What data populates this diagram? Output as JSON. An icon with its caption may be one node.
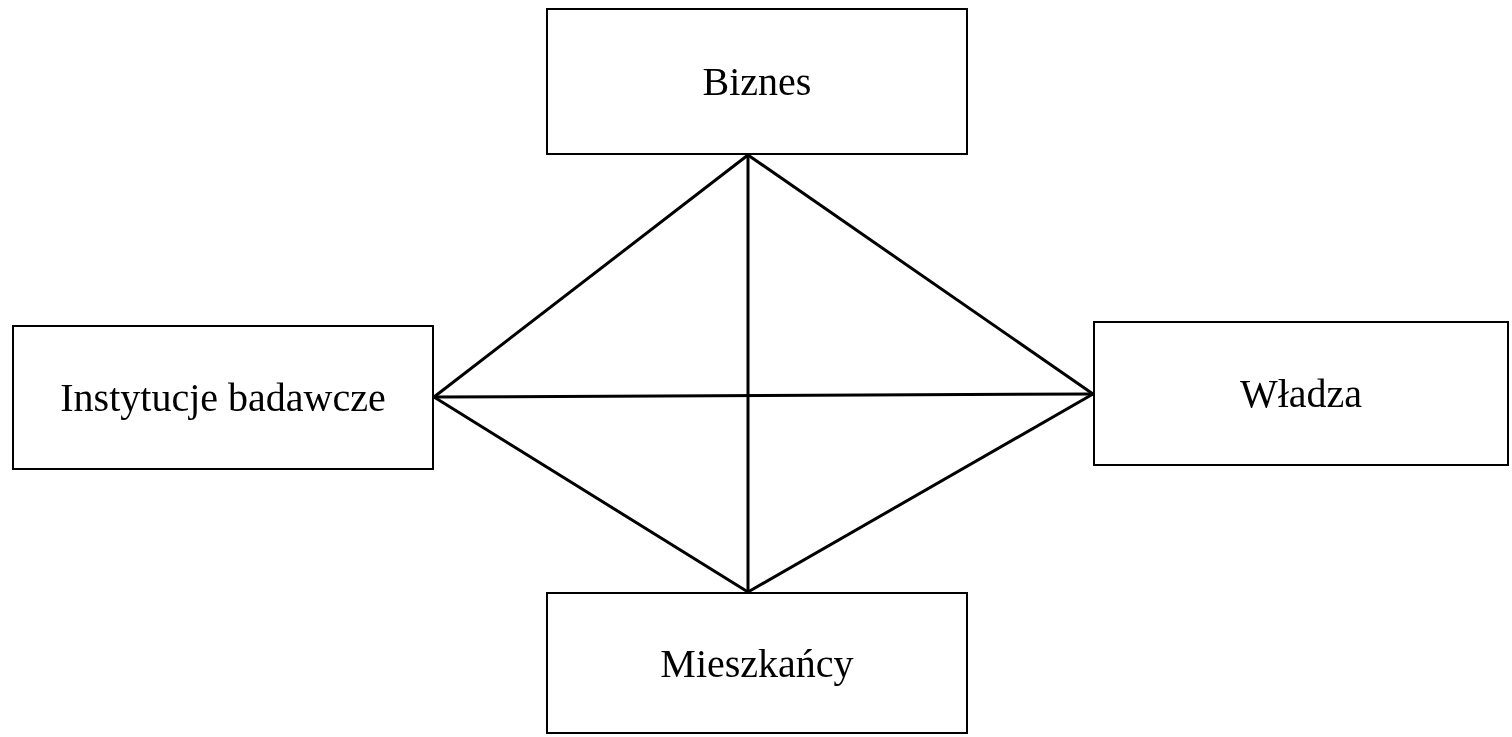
{
  "diagram": {
    "nodes": [
      {
        "text": [
          "Biznes"
        ]
      },
      {
        "text": [
          "Instytucje badawcze"
        ]
      },
      {
        "text": [
          "Władza"
        ]
      },
      {
        "text": [
          "Mieszkańcy"
        ]
      }
    ],
    "edges": [
      {
        "from": 0,
        "to": 1,
        "arrow": "none"
      },
      {
        "from": 0,
        "to": 2,
        "arrow": "none"
      },
      {
        "from": 0,
        "to": 3,
        "arrow": "none"
      },
      {
        "from": 1,
        "to": 2,
        "arrow": "none"
      },
      {
        "from": 1,
        "to": 3,
        "arrow": "none"
      },
      {
        "from": 2,
        "to": 3,
        "arrow": "none"
      }
    ]
  }
}
